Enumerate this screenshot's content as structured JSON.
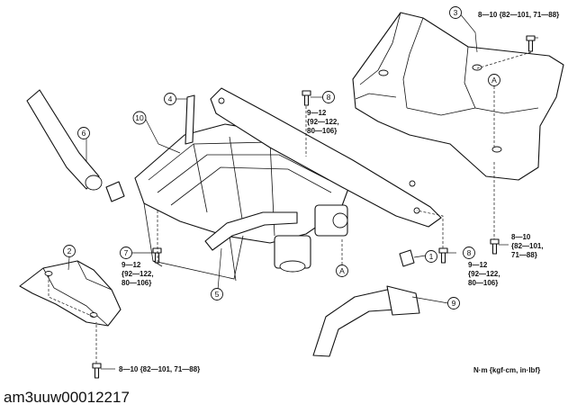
{
  "callouts": [
    {
      "id": "c1",
      "label": "1"
    },
    {
      "id": "c2",
      "label": "2"
    },
    {
      "id": "c3",
      "label": "3"
    },
    {
      "id": "c4",
      "label": "4"
    },
    {
      "id": "c5",
      "label": "5"
    },
    {
      "id": "c6",
      "label": "6"
    },
    {
      "id": "c7",
      "label": "7"
    },
    {
      "id": "c8a",
      "label": "8"
    },
    {
      "id": "c8b",
      "label": "8"
    },
    {
      "id": "c9",
      "label": "9"
    },
    {
      "id": "c10",
      "label": "10"
    }
  ],
  "refs": {
    "a_top": "A",
    "a_bottom": "A"
  },
  "torque": {
    "top_right": "8—10 {82—101, 71—88}",
    "mid_line1": "9—12",
    "mid_line2": "{92—122,",
    "mid_line3": "80—106}",
    "left_line1": "9—12",
    "left_line2": "{92—122,",
    "left_line3": "80—106}",
    "right_line1": "9—12",
    "right_line2": "{92—122,",
    "right_line3": "80—106}",
    "far_right_line1": "8—10",
    "far_right_line2": "{82—101,",
    "far_right_line3": "71—88}",
    "bottom_left": "8—10 {82—101, 71—88}"
  },
  "units": "N·m {kgf·cm, in·lbf}",
  "footer_code": "am3uuw00012217"
}
